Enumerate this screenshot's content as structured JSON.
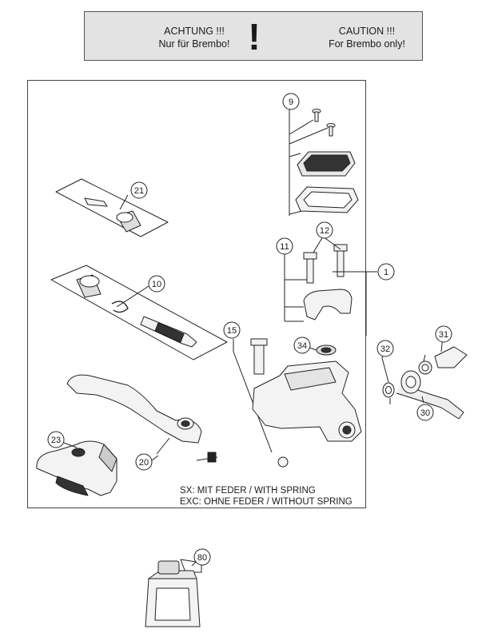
{
  "warning": {
    "de_line1": "ACHTUNG !!!",
    "de_line2": "Nur für Brembo!",
    "mark": "!",
    "en_line1": "CAUTION !!!",
    "en_line2": "For Brembo only!"
  },
  "callouts": [
    "9",
    "21",
    "11",
    "12",
    "1",
    "10",
    "15",
    "34",
    "31",
    "32",
    "30",
    "23",
    "20",
    "80"
  ],
  "note": {
    "line1": "SX: MIT FEDER / WITH SPRING",
    "line2": "EXC: OHNE FEDER / WITHOUT SPRING"
  }
}
